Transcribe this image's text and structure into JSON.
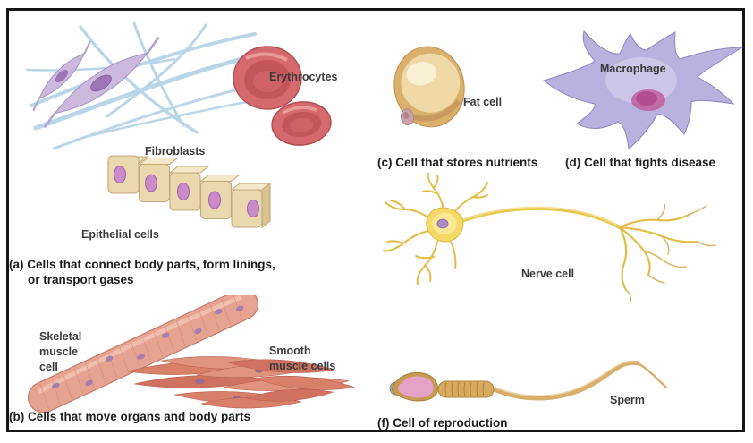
{
  "labels": {
    "fibroblasts": "Fibroblasts",
    "erythrocytes": "Erythrocytes",
    "epithelial_cells": "Epithelial cells",
    "fat_cell": "Fat cell",
    "macrophage": "Macrophage",
    "nerve_cell": "Nerve cell",
    "sperm": "Sperm",
    "skeletal_muscle_line1": "Skeletal",
    "skeletal_muscle_line2": "muscle",
    "skeletal_muscle_line3": "cell",
    "smooth_muscle_line1": "Smooth",
    "smooth_muscle_line2": "muscle cells"
  },
  "captions": {
    "a_line1": "(a) Cells that connect body parts, form linings,",
    "a_line2": "or transport gases",
    "b": "(b) Cells that move organs and body parts",
    "c": "(c) Cell that stores nutrients",
    "d": "(d) Cell that fights disease",
    "f": "(f) Cell of reproduction"
  },
  "colors": {
    "border": "#151515",
    "label_text": "#3b3b3b",
    "caption_text": "#1e1e1e",
    "fibroblast_fiber": "#b9d5e8",
    "fibroblast_cell": "#ccb9dd",
    "erythrocyte": "#d5696d",
    "epithelial_cell": "#ead9af",
    "nucleus_purple": "#c98bc9",
    "fat_cell": "#dab06c",
    "macrophage": "#b9b1de",
    "macrophage_nucleus": "#c05ea0",
    "nerve_cell": "#e8c84e",
    "skeletal_muscle": "#e7a391",
    "smooth_muscle": "#d9806a",
    "sperm_body": "#d8ae6d",
    "sperm_head": "#e3a2c6"
  }
}
